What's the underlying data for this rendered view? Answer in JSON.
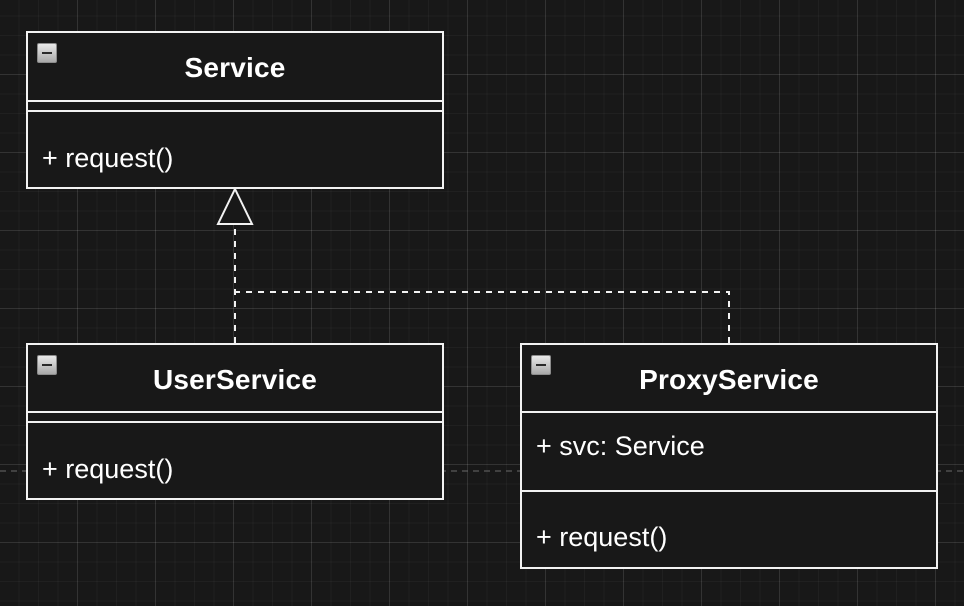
{
  "diagram": {
    "classes": [
      {
        "id": "service",
        "name": "Service",
        "attributes": [],
        "operations": [
          "+ request()"
        ]
      },
      {
        "id": "user-service",
        "name": "UserService",
        "attributes": [],
        "operations": [
          "+ request()"
        ]
      },
      {
        "id": "proxy-service",
        "name": "ProxyService",
        "attributes": [
          "+ svc: Service"
        ],
        "operations": [
          "+ request()"
        ]
      }
    ],
    "relations": [
      {
        "type": "realization",
        "from": "UserService",
        "to": "Service",
        "line": "dashed",
        "arrowhead": "hollow-triangle"
      },
      {
        "type": "realization",
        "from": "ProxyService",
        "to": "Service",
        "line": "dashed",
        "arrowhead": "hollow-triangle"
      }
    ],
    "colors": {
      "background": "#181818",
      "stroke": "#f2f2f2",
      "text": "#ffffff"
    },
    "icons": [
      "collapse-toggle-icon"
    ]
  }
}
